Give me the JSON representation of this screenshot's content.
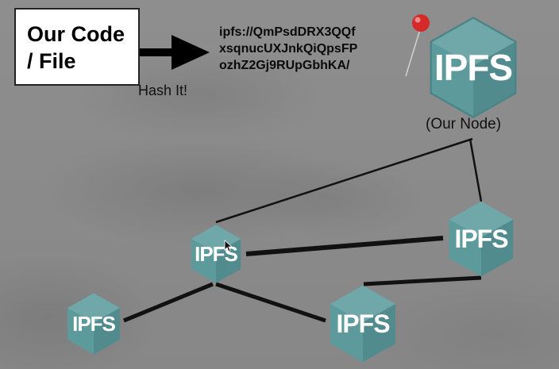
{
  "code_box": {
    "label": "Our Code\n/ File"
  },
  "hash_caption": "Hash It!",
  "hash_value": "ipfs://QmPsdDRX3QQf\nxsqnucUXJnkQiQpsFP\nozhZ2Gj9RUpGbhKA/",
  "our_node_caption": "(Our Node)",
  "nodes": [
    {
      "id": "our-node",
      "label": "IPFS"
    },
    {
      "id": "node-left",
      "label": "IPFS"
    },
    {
      "id": "node-right",
      "label": "IPFS"
    },
    {
      "id": "node-bottom-left",
      "label": "IPFS"
    },
    {
      "id": "node-bottom-center",
      "label": "IPFS"
    }
  ],
  "colors": {
    "node_fill": "#5d9a9c",
    "node_light": "#7fb5b6",
    "node_dark": "#437b7d",
    "pin_head": "#d42a2a"
  }
}
